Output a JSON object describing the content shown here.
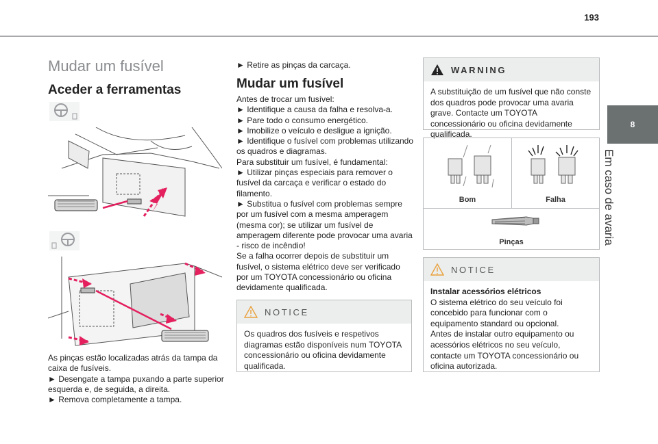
{
  "header": {
    "page_number": "193"
  },
  "side_tab": {
    "chapter_number": "8",
    "chapter_title": "Em caso de avaria"
  },
  "left": {
    "title": "Mudar um fusível",
    "subtitle": "Aceder a ferramentas",
    "paragraphs": [
      "As pinças estão localizadas atrás da tampa da caixa de fusíveis.",
      "► Desengate a tampa puxando a parte superior esquerda e, de seguida, a direita.",
      "► Remova completamente a tampa."
    ]
  },
  "middle": {
    "intro_step": "► Retire as pinças da carcaça.",
    "heading": "Mudar um fusível",
    "lines": [
      "Antes de trocar um fusível:",
      "► Identifique a causa da falha e resolva-a.",
      "► Pare todo o consumo energético.",
      "► Imobilize o veículo e desligue a ignição.",
      "► Identifique o fusível com problemas utilizando os quadros e diagramas.",
      "Para substituir um fusível, é fundamental:",
      "► Utilizar pinças especiais para remover o fusível da carcaça e verificar o estado do filamento.",
      "► Substitua o fusível com problemas sempre por um fusível com a mesma amperagem (mesma cor); se utilizar um fusível de amperagem diferente pode provocar uma avaria - risco de incêndio!",
      "Se a falha ocorrer depois de substituir um fusível, o sistema elétrico deve ser verificado por um TOYOTA concessionário ou oficina devidamente qualificada."
    ],
    "notice": {
      "label": "NOTICE",
      "text": "Os quadros dos fusíveis e respetivos diagramas estão disponíveis num TOYOTA concessionário ou oficina devidamente qualificada."
    }
  },
  "right": {
    "warning": {
      "label": "WARNING",
      "text": "A substituição de um fusível que não conste dos quadros pode provocar uma avaria grave. Contacte um TOYOTA concessionário ou oficina devidamente qualificada."
    },
    "fuse_table": {
      "good_label": "Bom",
      "bad_label": "Falha",
      "tool_label": "Pinças"
    },
    "notice": {
      "label": "NOTICE",
      "heading": "Instalar acessórios elétricos",
      "text": "O sistema elétrico do seu veículo foi concebido para funcionar com o equipamento standard ou opcional.\nAntes de instalar outro equipamento ou acessórios elétricos no seu veículo, contacte um TOYOTA concessionário ou oficina autorizada."
    }
  },
  "colors": {
    "accent_red": "#e4205f",
    "tab_gray": "#6b7071",
    "warning_triangle": "#222222",
    "notice_triangle": "#e9a13b"
  }
}
